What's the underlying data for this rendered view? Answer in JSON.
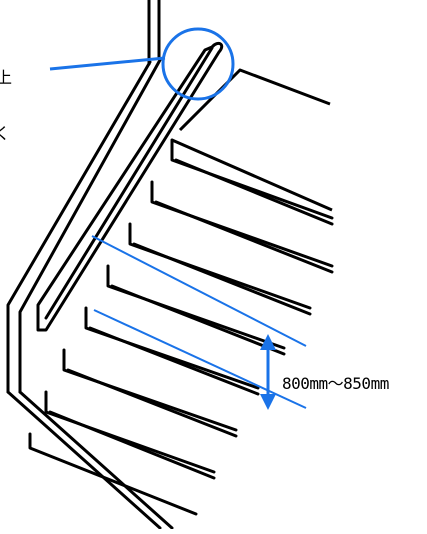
{
  "diagram": {
    "dimension_label": "800mm～850mm",
    "callout_label": "上",
    "side_label": "く",
    "colors": {
      "ink": "#000000",
      "accent": "#1a73e8",
      "background": "#ffffff"
    }
  }
}
